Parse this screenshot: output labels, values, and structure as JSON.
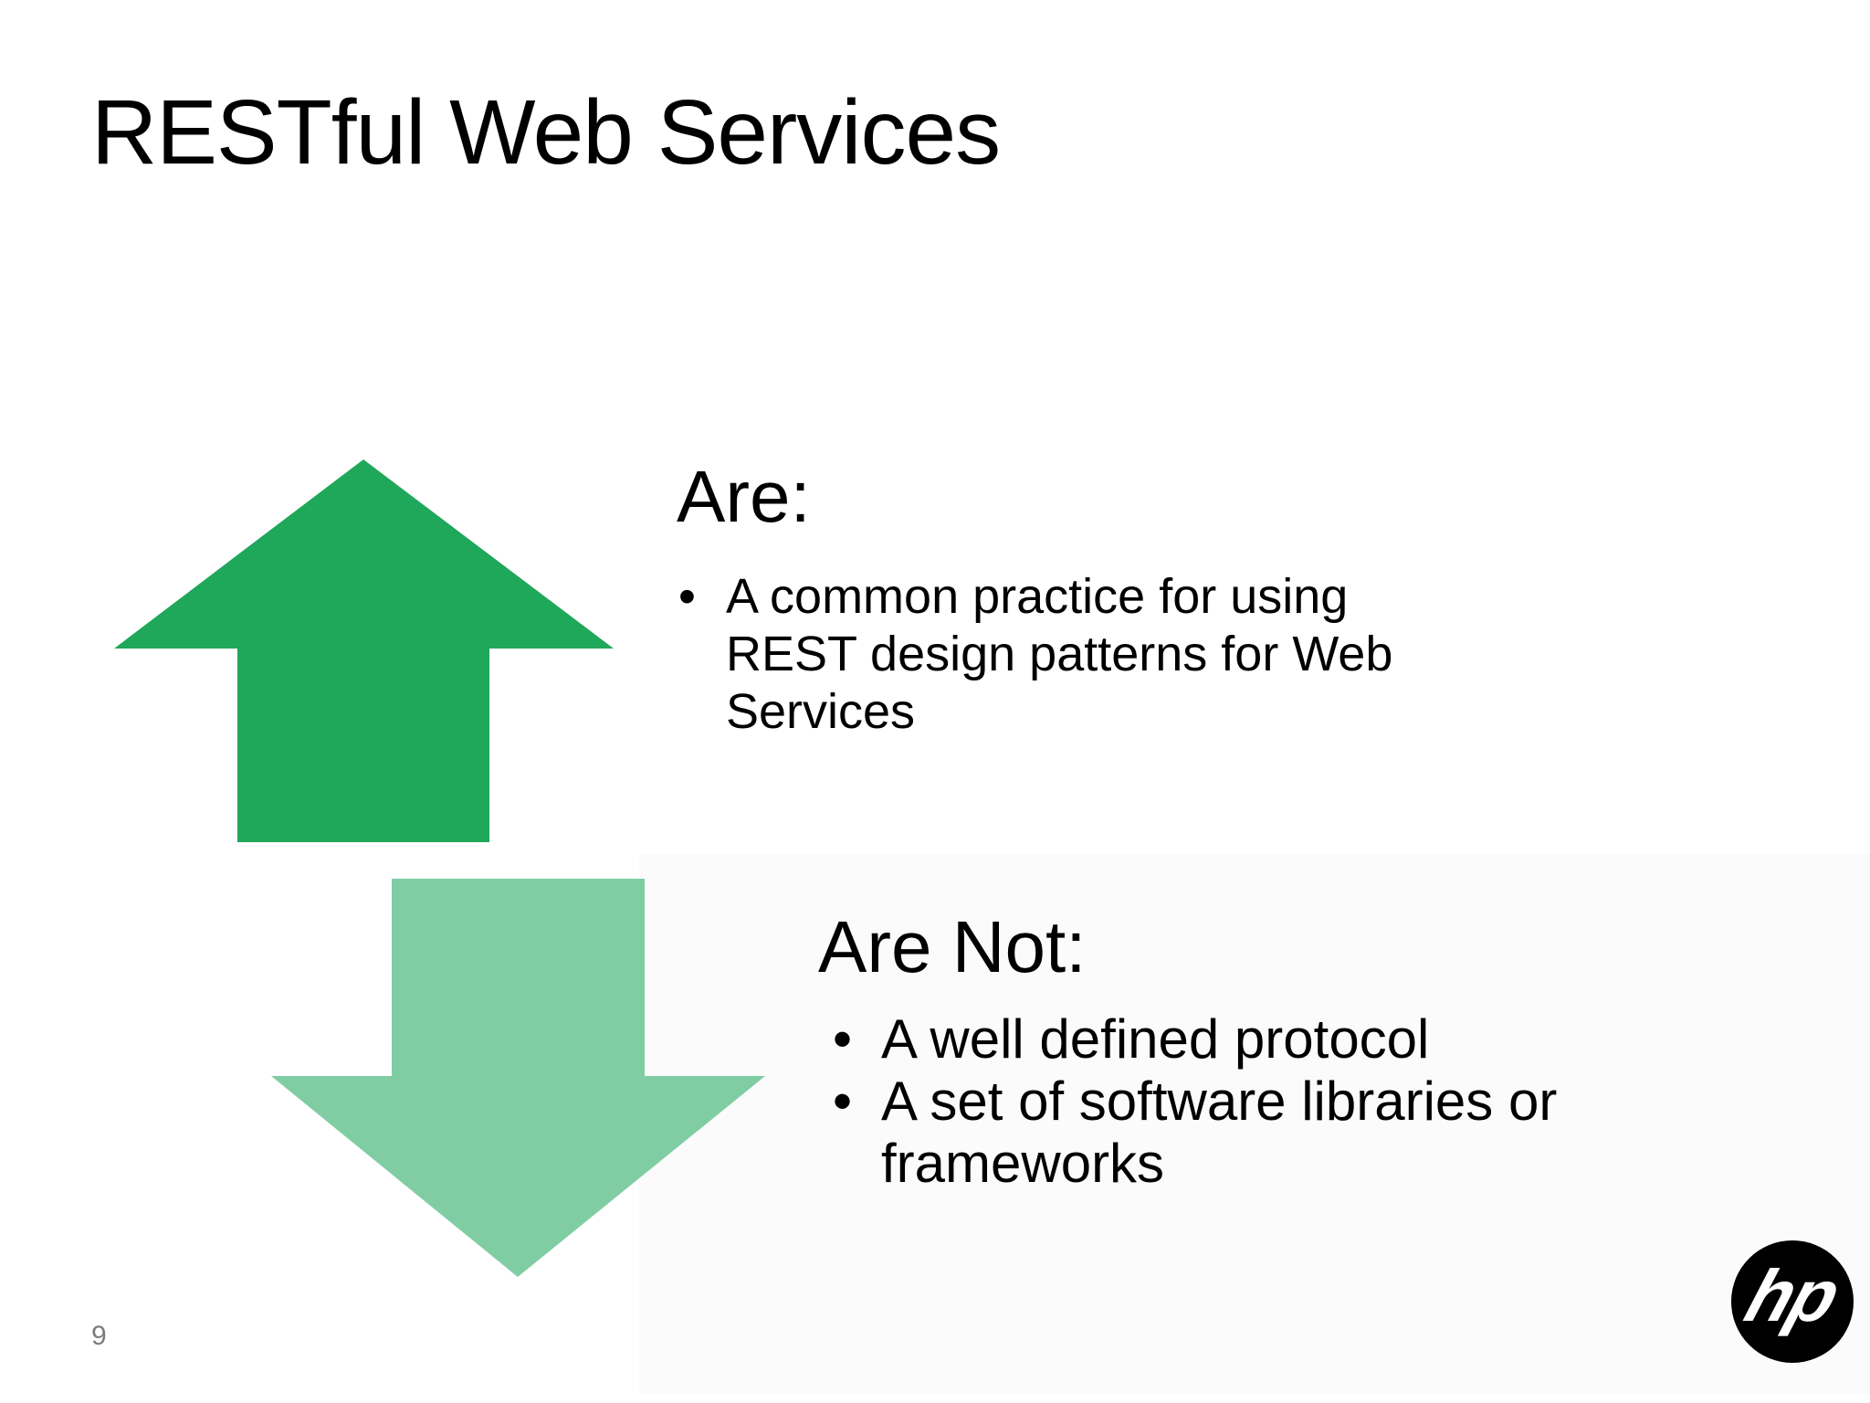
{
  "slide": {
    "title": "RESTful Web Services",
    "page_number": "9",
    "bullet_glyph": "•",
    "sections": [
      {
        "heading": "Are:",
        "bullets": [
          "A common practice for using REST design patterns for Web Services"
        ]
      },
      {
        "heading": "Are Not:",
        "bullets": [
          "A well defined protocol",
          "A set of software libraries or frameworks"
        ]
      }
    ],
    "logo": {
      "name": "hp-logo",
      "text": "hp"
    },
    "colors": {
      "background": "#ffffff",
      "up_arrow": "#1FA75A",
      "down_arrow": "#80CDA4",
      "text": "#000000",
      "page_number": "#7c7c7c",
      "logo_background": "#000000",
      "logo_text": "#ffffff"
    }
  }
}
